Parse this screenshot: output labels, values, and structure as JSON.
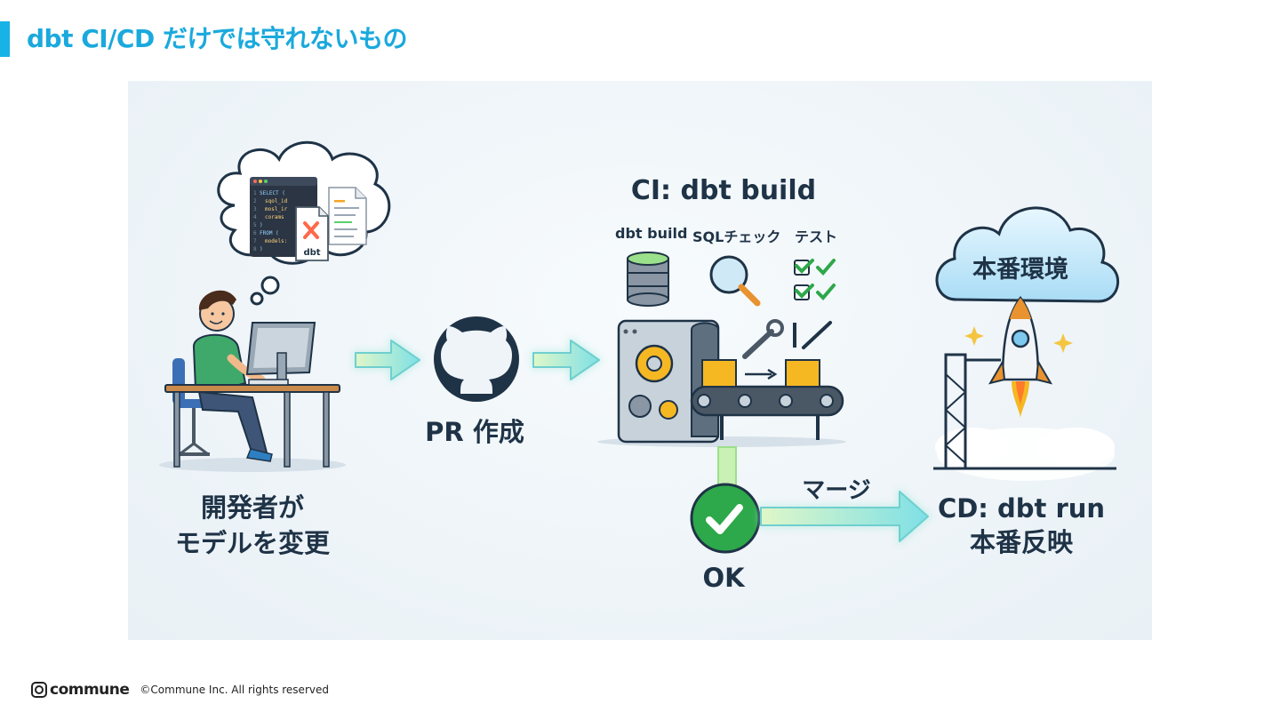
{
  "header": {
    "title": "dbt CI/CD だけでは守れないもの"
  },
  "diagram": {
    "developer_label": [
      "開発者が",
      "モデルを変更"
    ],
    "code_lines": [
      "SELECT (",
      "sqol_id",
      "mosl_ir",
      "corams",
      ")",
      "FROM (",
      "models:",
      ")"
    ],
    "line_numbers": [
      "1",
      "2",
      "3",
      "4",
      "5",
      "6",
      "7",
      "8"
    ],
    "dbt_file_label": "dbt",
    "pr_label": "PR 作成",
    "ci_title": "CI: dbt build",
    "ci_steps": [
      "dbt build",
      "SQLチェック",
      "テスト"
    ],
    "ok_label": "OK",
    "merge_label": "マージ",
    "production_label": "本番環境",
    "cd_label": [
      "CD: dbt run",
      "本番反映"
    ]
  },
  "footer": {
    "logo_text": "commune",
    "copyright": "©Commune Inc. All rights reserved"
  },
  "colors": {
    "accent": "#17b3e6",
    "title": "#1aa9dd",
    "arrow_fill": "#9be8d8",
    "ok_green": "#2da84a",
    "dark": "#1f3347"
  }
}
